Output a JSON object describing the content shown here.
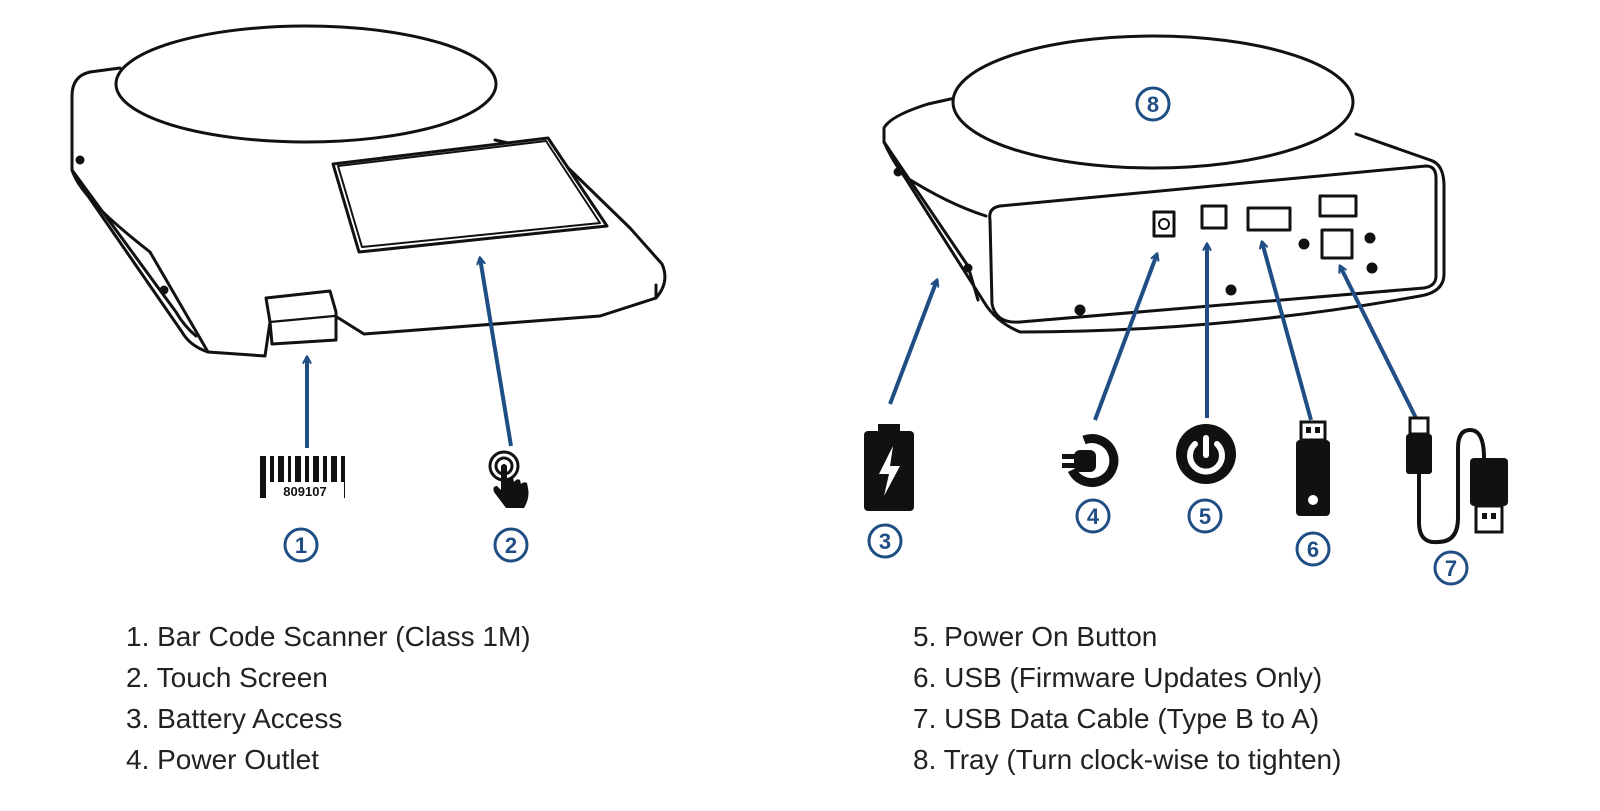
{
  "colors": {
    "callout": "#1f4e85",
    "outline": "#111111",
    "text": "#222222"
  },
  "icons": {
    "barcode": "barcode-icon",
    "touch": "touch-hand-icon",
    "battery": "battery-charging-icon",
    "power_outlet": "power-plug-icon",
    "power_button": "power-button-icon",
    "usb_stick": "usb-flash-drive-icon",
    "usb_cable": "usb-cable-icon"
  },
  "barcode_text": "809107",
  "callouts": [
    "1",
    "2",
    "3",
    "4",
    "5",
    "6",
    "7",
    "8"
  ],
  "legend_left": [
    "1. Bar Code Scanner (Class 1M)",
    "2. Touch Screen",
    "3. Battery Access",
    "4. Power Outlet"
  ],
  "legend_right": [
    "5. Power On Button",
    "6. USB (Firmware Updates Only)",
    "7. USB Data Cable (Type B to A)",
    "8. Tray (Turn clock-wise to tighten)"
  ]
}
